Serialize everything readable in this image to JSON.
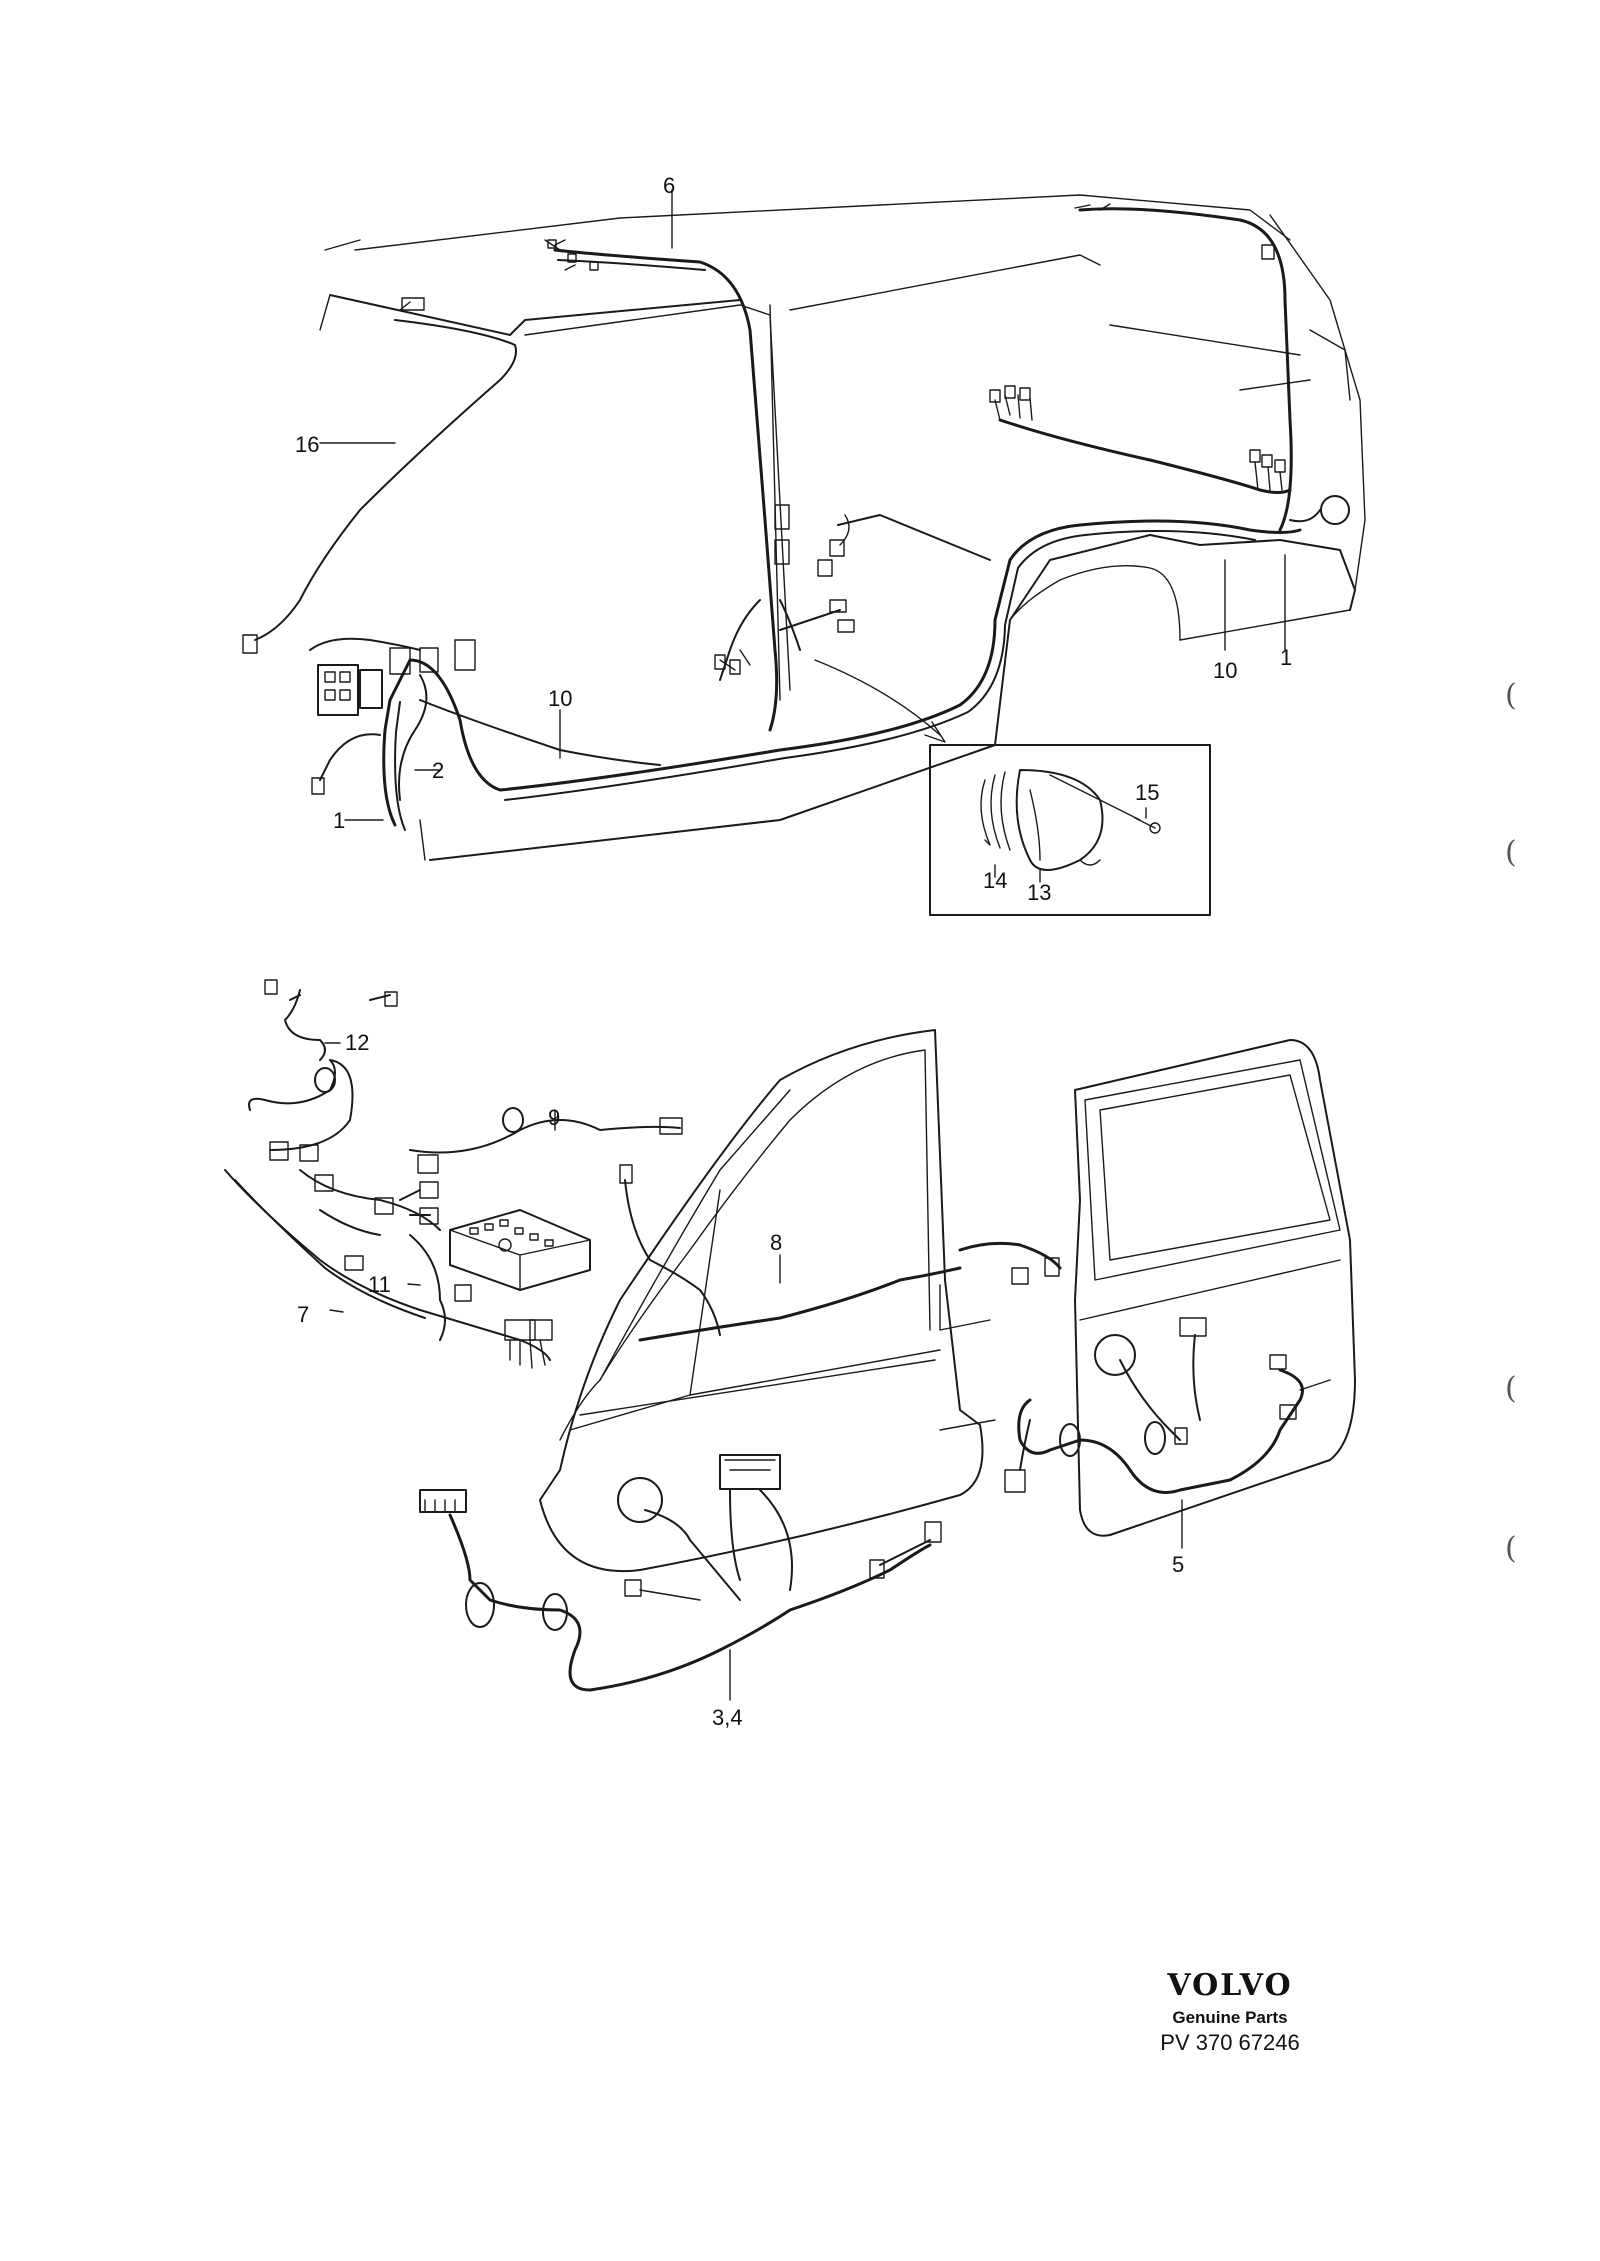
{
  "callouts": {
    "c1a": "1",
    "c1b": "1",
    "c2": "2",
    "c3_4": "3,4",
    "c5": "5",
    "c6": "6",
    "c7": "7",
    "c8": "8",
    "c9": "9",
    "c10a": "10",
    "c10b": "10",
    "c11": "11",
    "c12": "12",
    "c13": "13",
    "c14": "14",
    "c15": "15",
    "c16": "16"
  },
  "margin_marks": [
    "(",
    "(",
    "(",
    "("
  ],
  "brand": {
    "name": "VOLVO",
    "tagline": "Genuine Parts",
    "part_number": "PV 370 67246"
  }
}
